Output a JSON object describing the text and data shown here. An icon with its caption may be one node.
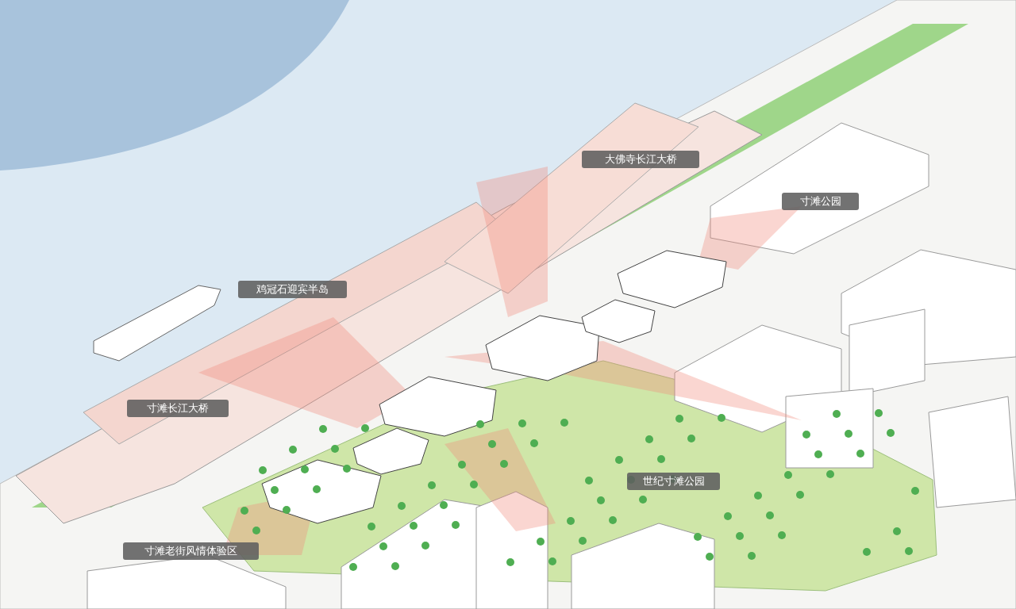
{
  "diagram": {
    "nodes": [
      {
        "text": [
          "大佛寺长江大桥"
        ]
      },
      {
        "text": [
          "寸滩公园"
        ]
      },
      {
        "text": [
          "鸡冠石迎宾半岛"
        ]
      },
      {
        "text": [
          "寸滩长江大桥"
        ]
      },
      {
        "text": [
          "世纪寸滩公园"
        ]
      },
      {
        "text": [
          "寸滩老街风情体验区"
        ]
      }
    ]
  }
}
